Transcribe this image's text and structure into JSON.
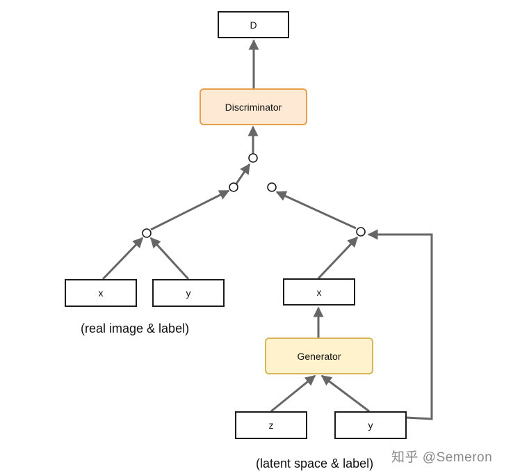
{
  "nodes": {
    "d": {
      "label": "D"
    },
    "discriminator": {
      "label": "Discriminator",
      "fill": "#fde9d4",
      "border": "#e6a04a"
    },
    "real_x": {
      "label": "x"
    },
    "real_y": {
      "label": "y"
    },
    "fake_x": {
      "label": "x"
    },
    "generator": {
      "label": "Generator",
      "fill": "#fff2cc",
      "border": "#d6b656"
    },
    "z": {
      "label": "z"
    },
    "cond_y": {
      "label": "y"
    }
  },
  "captions": {
    "real": "(real image & label)",
    "latent": "(latent space & label)"
  },
  "watermark": "知乎 @Semeron",
  "colors": {
    "edge": "#666666",
    "box_border": "#1a1a1a",
    "junction_stroke": "#1a1a1a"
  }
}
